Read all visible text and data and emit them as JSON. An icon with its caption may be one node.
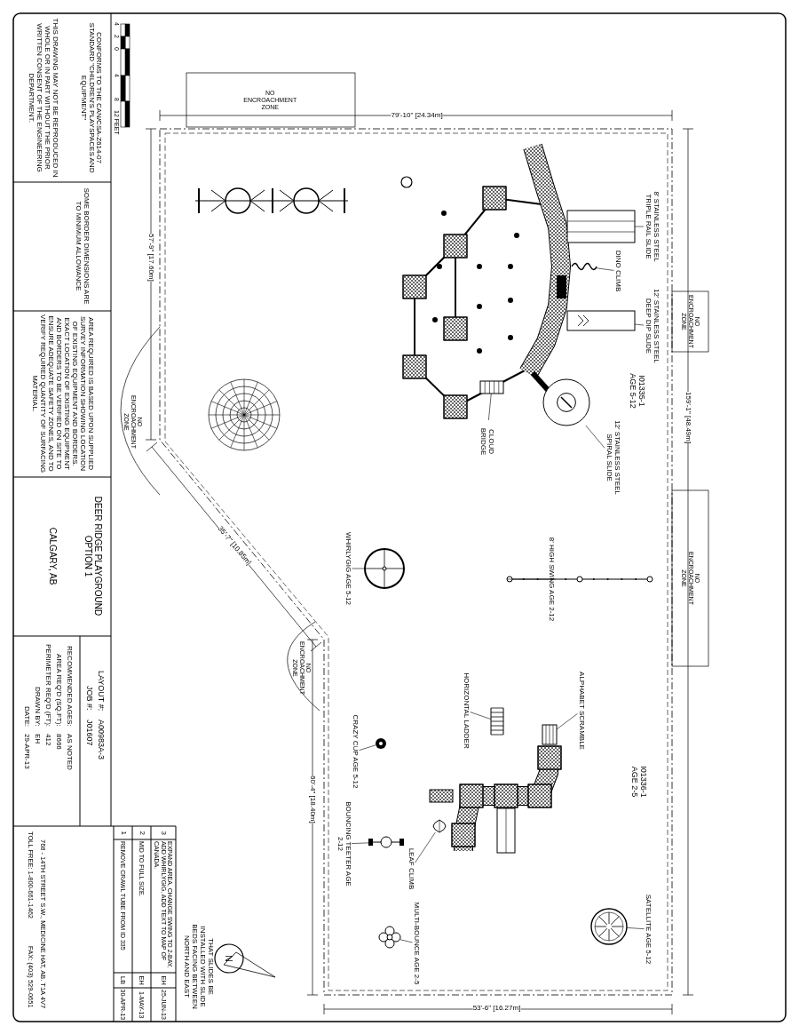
{
  "diagram": {
    "nodes": [
      {
        "text": [
          "12' STAINLESS STEEL SPIRAL SLIDE"
        ]
      },
      {
        "text": [],
        "shape": "picture"
      },
      {
        "text": [
          "8' STAINLESS STEEL TRIPLE RAIL SLIDE"
        ]
      },
      {
        "text": [],
        "shape": "picture"
      },
      {
        "text": [
          "12' STAINLESS STEEL DEEP DIP SLIDE"
        ]
      },
      {
        "text": [],
        "shape": "picture"
      },
      {
        "text": [
          "DINO CLIMB"
        ]
      },
      {
        "text": [],
        "shape": "picture"
      },
      {
        "text": [
          "CLOUD BRIDGE"
        ]
      },
      {
        "text": [],
        "shape": "picture"
      },
      {
        "text": [
          "8' HIGH SWING AGE 2-12"
        ]
      },
      {
        "text": [],
        "shape": "picture"
      },
      {
        "text": [
          "WHIRLYGIG AGE 5-12"
        ]
      },
      {
        "text": [],
        "shape": "picture"
      },
      {
        "text": [
          "CRAZY CUP AGE 5-12"
        ]
      },
      {
        "text": [],
        "shape": "picture"
      },
      {
        "text": [
          "ALPHABET SCRAMBLE"
        ]
      },
      {
        "text": [],
        "shape": "picture"
      },
      {
        "text": [
          "HORIZONTAL LADDER"
        ]
      },
      {
        "text": [],
        "shape": "picture"
      },
      {
        "text": [
          "LEAF CLIMB"
        ]
      },
      {
        "text": [],
        "shape": "picture"
      },
      {
        "text": [
          "BOUNCING TEETER AGE 2-12"
        ]
      },
      {
        "text": [],
        "shape": "picture"
      },
      {
        "text": [
          "MULTI-BOUNCE AGE 2-5"
        ]
      },
      {
        "text": [],
        "shape": "picture"
      },
      {
        "text": [
          "SATELLITE AGE 5-12"
        ]
      },
      {
        "text": [],
        "shape": "picture"
      }
    ],
    "edges": [
      {
        "from": 0,
        "to": 1,
        "arrow": "none"
      },
      {
        "from": 2,
        "to": 3,
        "arrow": "none"
      },
      {
        "from": 4,
        "to": 5,
        "arrow": "none"
      },
      {
        "from": 6,
        "to": 7,
        "arrow": "none"
      },
      {
        "from": 8,
        "to": 9,
        "arrow": "none"
      },
      {
        "from": 10,
        "to": 11,
        "arrow": "none"
      },
      {
        "from": 12,
        "to": 13,
        "arrow": "none"
      },
      {
        "from": 14,
        "to": 15,
        "arrow": "none"
      },
      {
        "from": 16,
        "to": 17,
        "arrow": "none"
      },
      {
        "from": 18,
        "to": 19,
        "arrow": "none"
      },
      {
        "from": 20,
        "to": 21,
        "arrow": "none"
      },
      {
        "from": 22,
        "to": 23,
        "arrow": "none"
      },
      {
        "from": 24,
        "to": 25,
        "arrow": "none"
      },
      {
        "from": 26,
        "to": 27,
        "arrow": "none"
      }
    ],
    "labels": [
      "159'-1\" [48.49m]",
      "79'-10\" [24.34m]",
      "57'-9\" [17.60m]",
      "35'-7\" [10.85m]",
      "60'-4\" [18.40m]",
      "53'-6\" [16.27m]",
      "NO ENCROACHMENT ZONE",
      "NO ENCROACHMENT ZONE",
      "NO ENCROACHMENT ZONE",
      "NO ENCROACHMENT ZONE",
      "NO ENCROACHMENT ZONE",
      "I01335-1 AGE 5-12",
      "I01336-1 AGE 2-5",
      "THAT SLIDES BE INSTALLED WITH SLIDE BEDS FACING BETWEEN NORTH AND EAST",
      "N",
      "4",
      "2",
      "0",
      "4",
      "8",
      "12 FEET",
      "CONFORMS TO THE CAN/CSA-Z614-07 STANDARD \"CHILDREN'S PLAYSPACES AND EQUIPMENT\"",
      "THIS DRAWING MAY NOT BE REPRODUCED IN WHOLE OR IN PART WITHOUT THE PRIOR WRITTEN CONSENT OF THE ENGINEERING DEPARTMENT.",
      "SOME BORDER DIMENSIONS ARE TO MINIMUM ALLOWANCE",
      "AREA REQUIRED IS BASED UPON SUPPLIED SURVEY INFORMATION SHOWING LOCATION OF EXISTING EQUIPMENT AND BORDERS. EXACT LOCATION OF EXISTING EQUIPMENT AND BORDERS TO BE VERIFIED ON SITE TO ENSURE ADEQUATE SAFETY ZONES, AND TO VERIFY REQUIRED QUANTITY OF SURFACING MATERIAL.",
      "DEER RIDGE PLAYGROUND OPTION 1",
      "CALGARY, AB",
      "LAYOUT #:",
      "A00983A-3",
      "JOB #:",
      "J01607",
      "RECOMMENDED AGES:",
      "AS NOTED",
      "AREA REQ'D (SQ.FT):",
      "8666",
      "PERIMETER REQ'D (FT):",
      "412",
      "DRAWN BY:",
      "EH",
      "DATE:",
      "29-APR-13",
      "3",
      "EXPAND AREA, CHANGE SWING TO 2-BAY, ADD WHIRLYGIG, ADD TEXT TO MAP OF CANADA.",
      "EH",
      "25-JUN-13",
      "2",
      "MID TO FULL SIZE.",
      "EH",
      "1-MAY-13",
      "1",
      "REMOVE CRAWL TUBE FROM ID 335",
      "LB",
      "30-APR-13",
      "768 - 14TH STREET S.W., MEDICINE HAT, AB. T1A 4V7",
      "TOLL FREE: 1-800-661-1462",
      "FAX: (403) 529-0651"
    ]
  }
}
